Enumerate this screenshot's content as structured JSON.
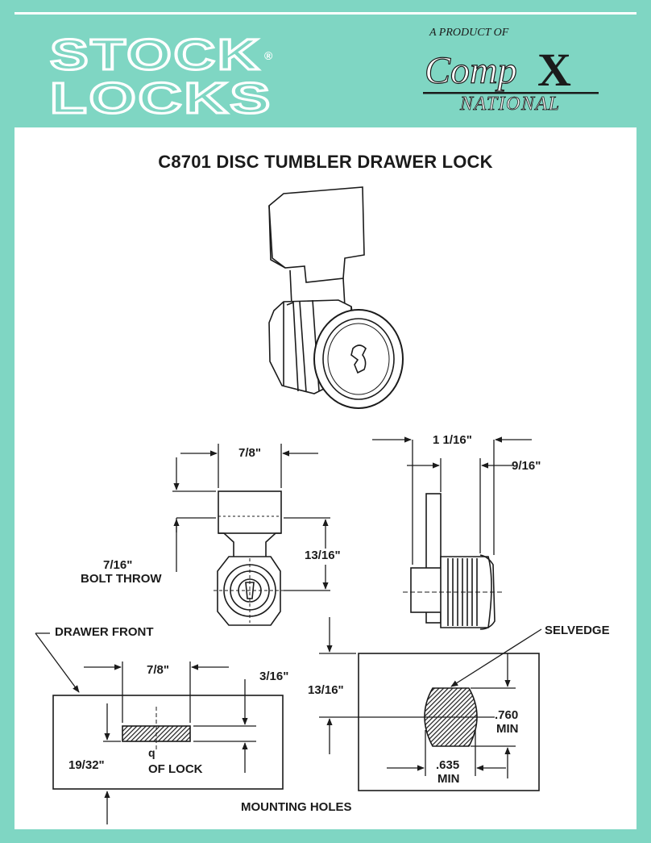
{
  "header": {
    "brand_line1": "STOCK",
    "brand_line2": "LOCKS",
    "registered_mark": "®",
    "tagline": "A PRODUCT OF",
    "partner_comp": "Comp",
    "partner_x": "X",
    "partner_national": "NATIONAL"
  },
  "title": "C8701 DISC TUMBLER DRAWER LOCK",
  "dimensions": {
    "front_width": "7/8\"",
    "side_width": "1 1/16\"",
    "side_offset": "9/16\"",
    "bolt_throw_value": "7/16\"",
    "bolt_throw_text": "BOLT THROW",
    "front_height": "13/16\"",
    "drawer_front": "DRAWER FRONT",
    "selvedge": "SELVEDGE",
    "slot_width": "7/8\"",
    "slot_height": "3/16\"",
    "slot_offset": "19/32\"",
    "centerline_symbol": "q",
    "centerline_text": "OF LOCK",
    "hole_height": "13/16\"",
    "hole_dim_760": ".760",
    "hole_min_760": "MIN",
    "hole_dim_635": ".635",
    "hole_min_635": "MIN",
    "mounting_holes": "MOUNTING HOLES"
  },
  "colors": {
    "background": "#7fd6c3",
    "panel": "#ffffff",
    "ink": "#1b1b1b"
  }
}
